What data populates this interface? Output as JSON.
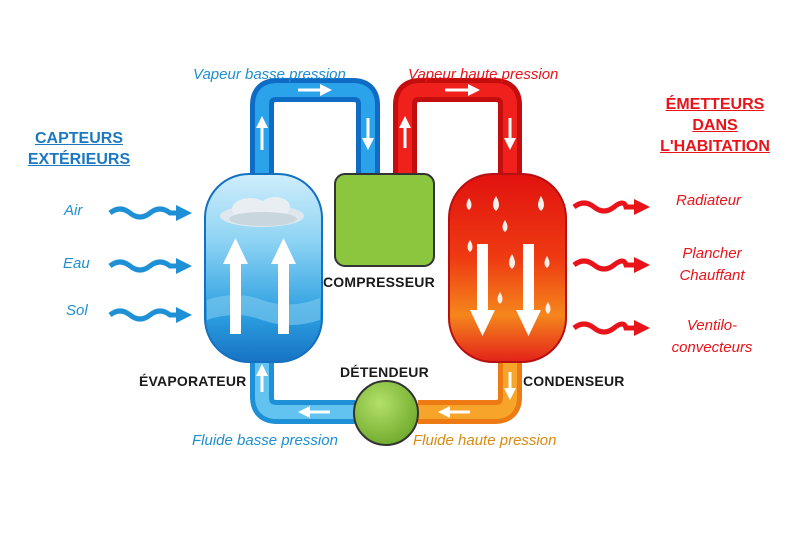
{
  "colors": {
    "cold_blue": "#1e90d6",
    "hot_red": "#e8141a",
    "warm_orange": "#f09a1a",
    "compressor_green": "#8cc63f"
  },
  "left_header": {
    "line1": "CAPTEURS",
    "line2": "EXTÉRIEURS"
  },
  "sources": [
    "Air",
    "Eau",
    "Sol"
  ],
  "right_header": {
    "line1": "ÉMETTEURS",
    "line2": "DANS",
    "line3": "L'HABITATION"
  },
  "emitters": [
    "Radiateur",
    "Plancher",
    "Chauffant",
    "Ventilo-",
    "convecteurs"
  ],
  "pipes": {
    "low_vapor": "Vapeur basse pression",
    "high_vapor": "Vapeur haute pression",
    "low_fluid": "Fluide basse pression",
    "high_fluid": "Fluide haute pression"
  },
  "components": {
    "evaporator": "ÉVAPORATEUR",
    "compressor": "COMPRESSEUR",
    "condenser": "CONDENSEUR",
    "expander": "DÉTENDEUR"
  }
}
